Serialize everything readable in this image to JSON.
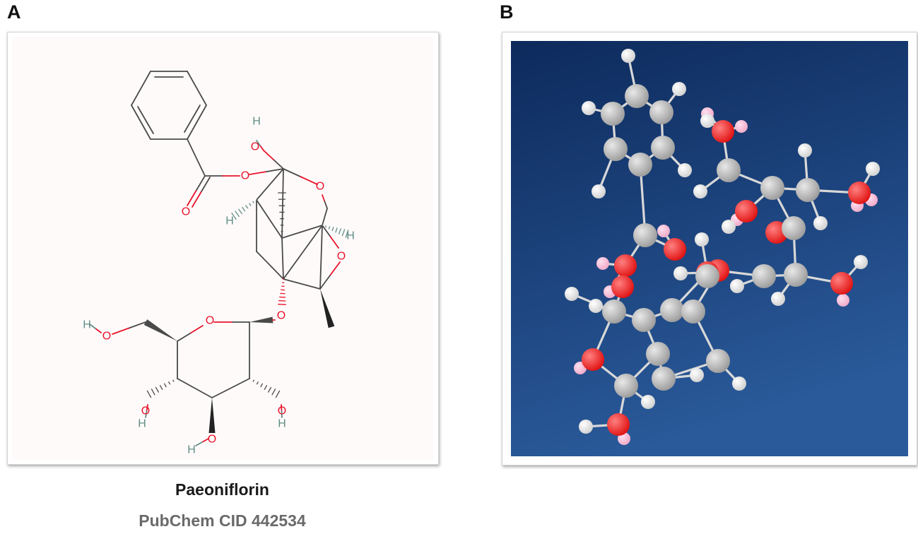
{
  "panel_a": {
    "label": "A",
    "compound_name": "Paeoniflorin",
    "identifier": "PubChem CID 442534",
    "atom_labels": {
      "oxygen": "O",
      "hydrogen": "H"
    },
    "colors": {
      "carbon_bond": "#4a4a4a",
      "oxygen": "#e8132a",
      "hydrogen": "#5f8f86",
      "background": "#fffafa"
    }
  },
  "panel_b": {
    "label": "B",
    "colors": {
      "carbon": "#9a9a9a",
      "oxygen": "#e01010",
      "hydrogen": "#f4f4f4",
      "hydroxyl_hydrogen": "#f0a8c8",
      "background_dark": "#0d2a5c",
      "background_light": "#2a5a9a"
    }
  }
}
